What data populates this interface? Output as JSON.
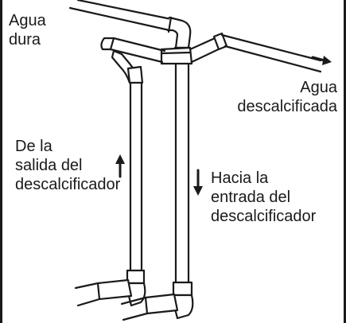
{
  "labels": {
    "hard_water": "Agua\ndura",
    "softened_water": "Agua\ndescalcificada",
    "from_softener_outlet": "De la\nsalida del\ndescalcificador",
    "to_softener_inlet": "Hacia la\nentrada del\ndescalcificador"
  },
  "colors": {
    "line": "#1a1a1a",
    "background": "#ffffff"
  }
}
